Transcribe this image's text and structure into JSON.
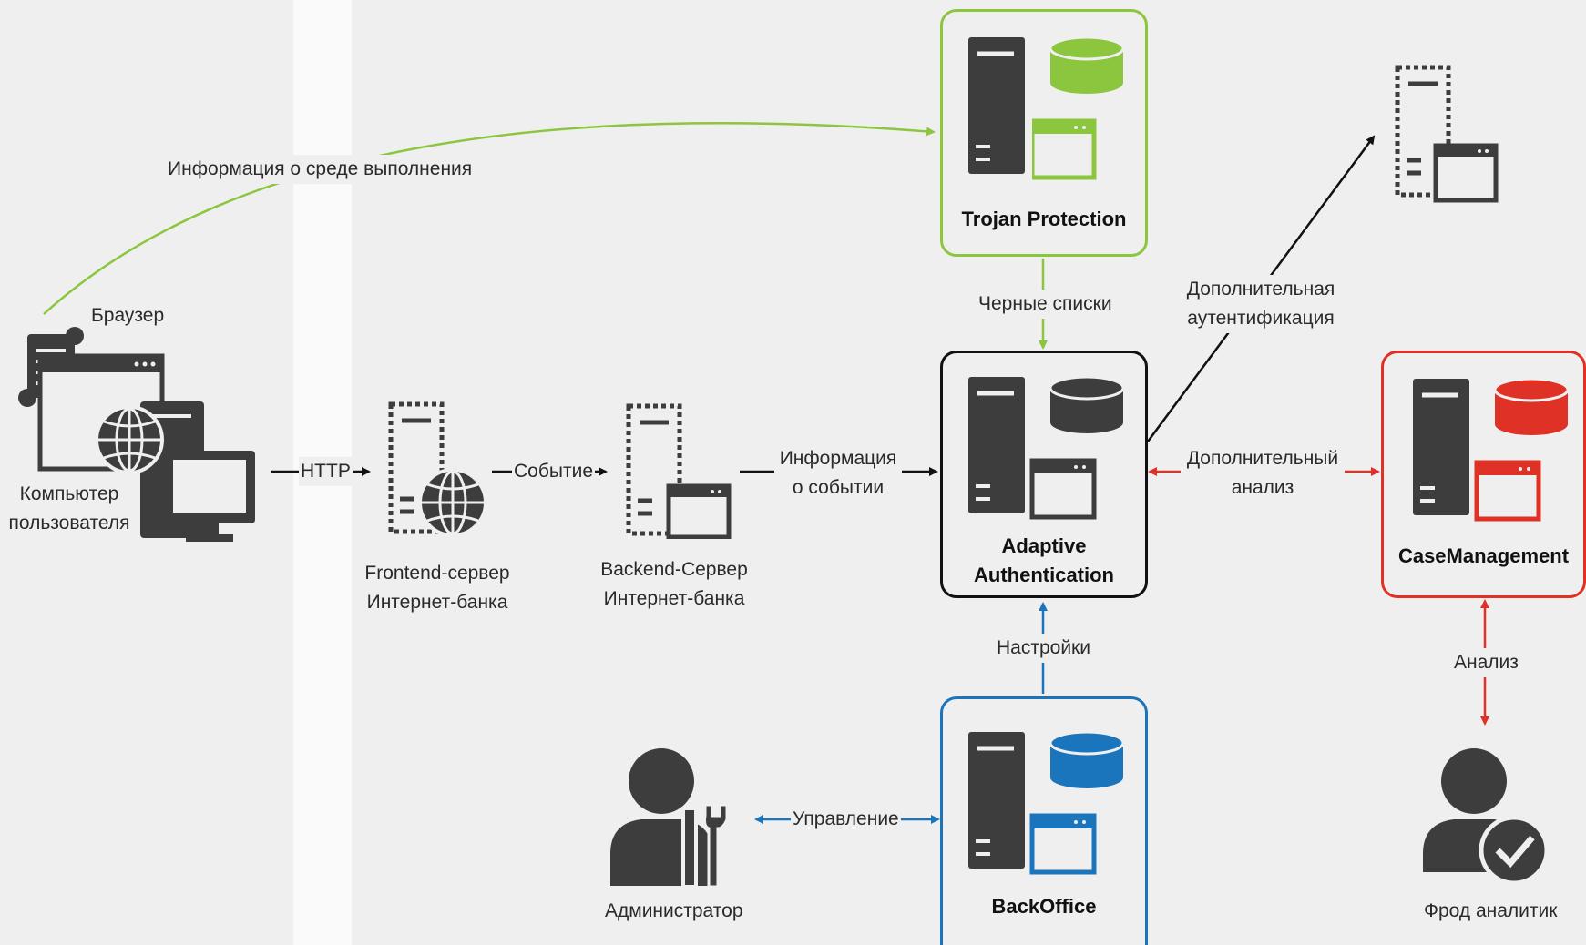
{
  "diagram": {
    "nodes": {
      "user_pc": {
        "label": "Компьютер пользователя",
        "browser_label": "Браузер"
      },
      "frontend": {
        "label": "Frontend-сервер Интернет-банка"
      },
      "backend": {
        "label": "Backend-Сервер Интернет-банка"
      },
      "trojan": {
        "label": "Trojan Protection",
        "color": "#8cc63f"
      },
      "adaptive": {
        "label": "Adaptive Authentication",
        "color": "#111111"
      },
      "case_mgmt": {
        "label": "CaseManagement",
        "color": "#e03127"
      },
      "backoffice": {
        "label": "BackOffice",
        "color": "#1b75bc"
      },
      "admin": {
        "label": "Администратор"
      },
      "fraud": {
        "label": "Фрод аналитик"
      }
    },
    "edges": {
      "env_info": "Информация о среде выполнения",
      "http": "HTTP",
      "event": "Событие",
      "event_info": "Информация о событии",
      "blacklists": "Черные списки",
      "extra_auth": "Дополнительная аутентификация",
      "extra_analysis": "Дополнительный анализ",
      "settings": "Настройки",
      "management": "Управление",
      "analysis": "Анализ"
    },
    "icon_color": "#3d3d3d"
  }
}
